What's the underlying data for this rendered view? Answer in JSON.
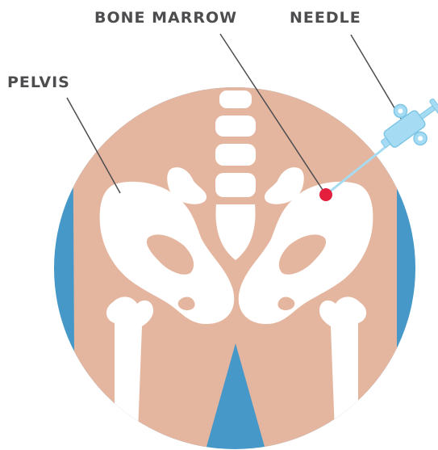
{
  "labels": {
    "pelvis": "PELVIS",
    "bone_marrow": "BONE MARROW",
    "needle": "NEEDLE"
  },
  "colors": {
    "background": "#ffffff",
    "skin": "#e5b69f",
    "bone": "#ffffff",
    "shadow": "#4698c9",
    "marrow_dot": "#e31f3d",
    "syringe": "#a6dcf3",
    "syringe_outline": "#7fc6e6",
    "leader_line": "#4d4d4f",
    "text": "#4d4d4f"
  },
  "icons": [
    "pelvis-bone-icon",
    "syringe-icon",
    "bone-marrow-marker-icon"
  ]
}
